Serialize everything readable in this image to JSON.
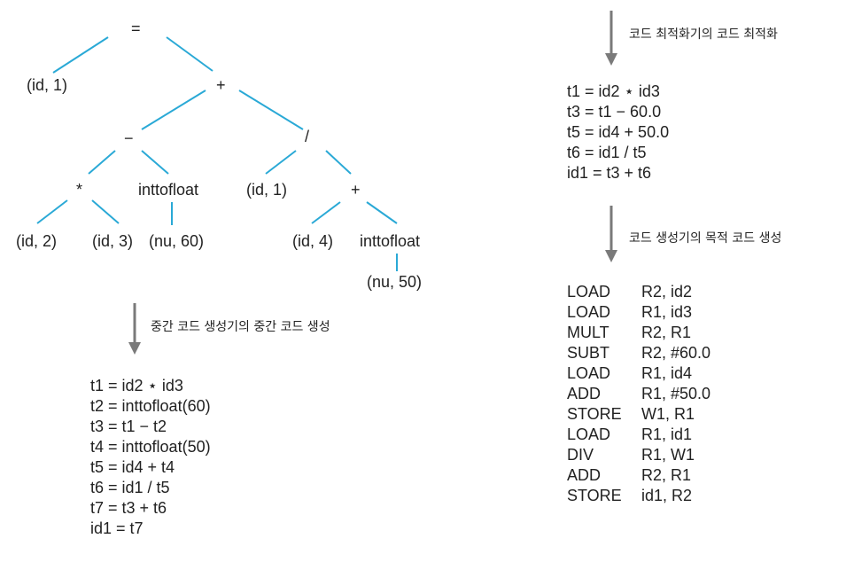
{
  "tree": {
    "eq": "=",
    "id1": "(id, 1)",
    "plus1": "+",
    "minus": "−",
    "div": "/",
    "star": "*",
    "inttofloat1": "inttofloat",
    "id1b": "(id, 1)",
    "plus2": "+",
    "id2": "(id, 2)",
    "id3": "(id, 3)",
    "nu60": "(nu, 60)",
    "id4": "(id, 4)",
    "inttofloat2": "inttofloat",
    "nu50": "(nu, 50)"
  },
  "steps": {
    "intermediate_caption": "중간 코드 생성기의 중간 코드 생성",
    "optimize_caption": "코드 최적화기의 코드 최적화",
    "target_caption": "코드 생성기의 목적 코드 생성"
  },
  "intermediate_code": [
    "t1 = id2 ⋆ id3",
    "t2 = inttofloat(60)",
    "t3 = t1 − t2",
    "t4 = inttofloat(50)",
    "t5 = id4 + t4",
    "t6 = id1 / t5",
    "t7 = t3 + t6",
    "id1 = t7"
  ],
  "optimized_code": [
    "t1 = id2 ⋆ id3",
    "t3 = t1 − 60.0",
    "t5 = id4 + 50.0",
    "t6 = id1 / t5",
    "id1 = t3 + t6"
  ],
  "target_code": [
    {
      "op": "LOAD",
      "args": "R2, id2"
    },
    {
      "op": "LOAD",
      "args": "R1, id3"
    },
    {
      "op": "MULT",
      "args": "R2, R1"
    },
    {
      "op": "SUBT",
      "args": "R2, #60.0"
    },
    {
      "op": "LOAD",
      "args": "R1, id4"
    },
    {
      "op": "ADD",
      "args": "R1, #50.0"
    },
    {
      "op": "STORE",
      "args": "W1, R1"
    },
    {
      "op": "LOAD",
      "args": "R1, id1"
    },
    {
      "op": "DIV",
      "args": "R1, W1"
    },
    {
      "op": "ADD",
      "args": "R2, R1"
    },
    {
      "op": "STORE",
      "args": "id1, R2"
    }
  ],
  "colors": {
    "edge": "#2aa9d6",
    "arrow": "#7a7a7a",
    "text": "#222222"
  }
}
